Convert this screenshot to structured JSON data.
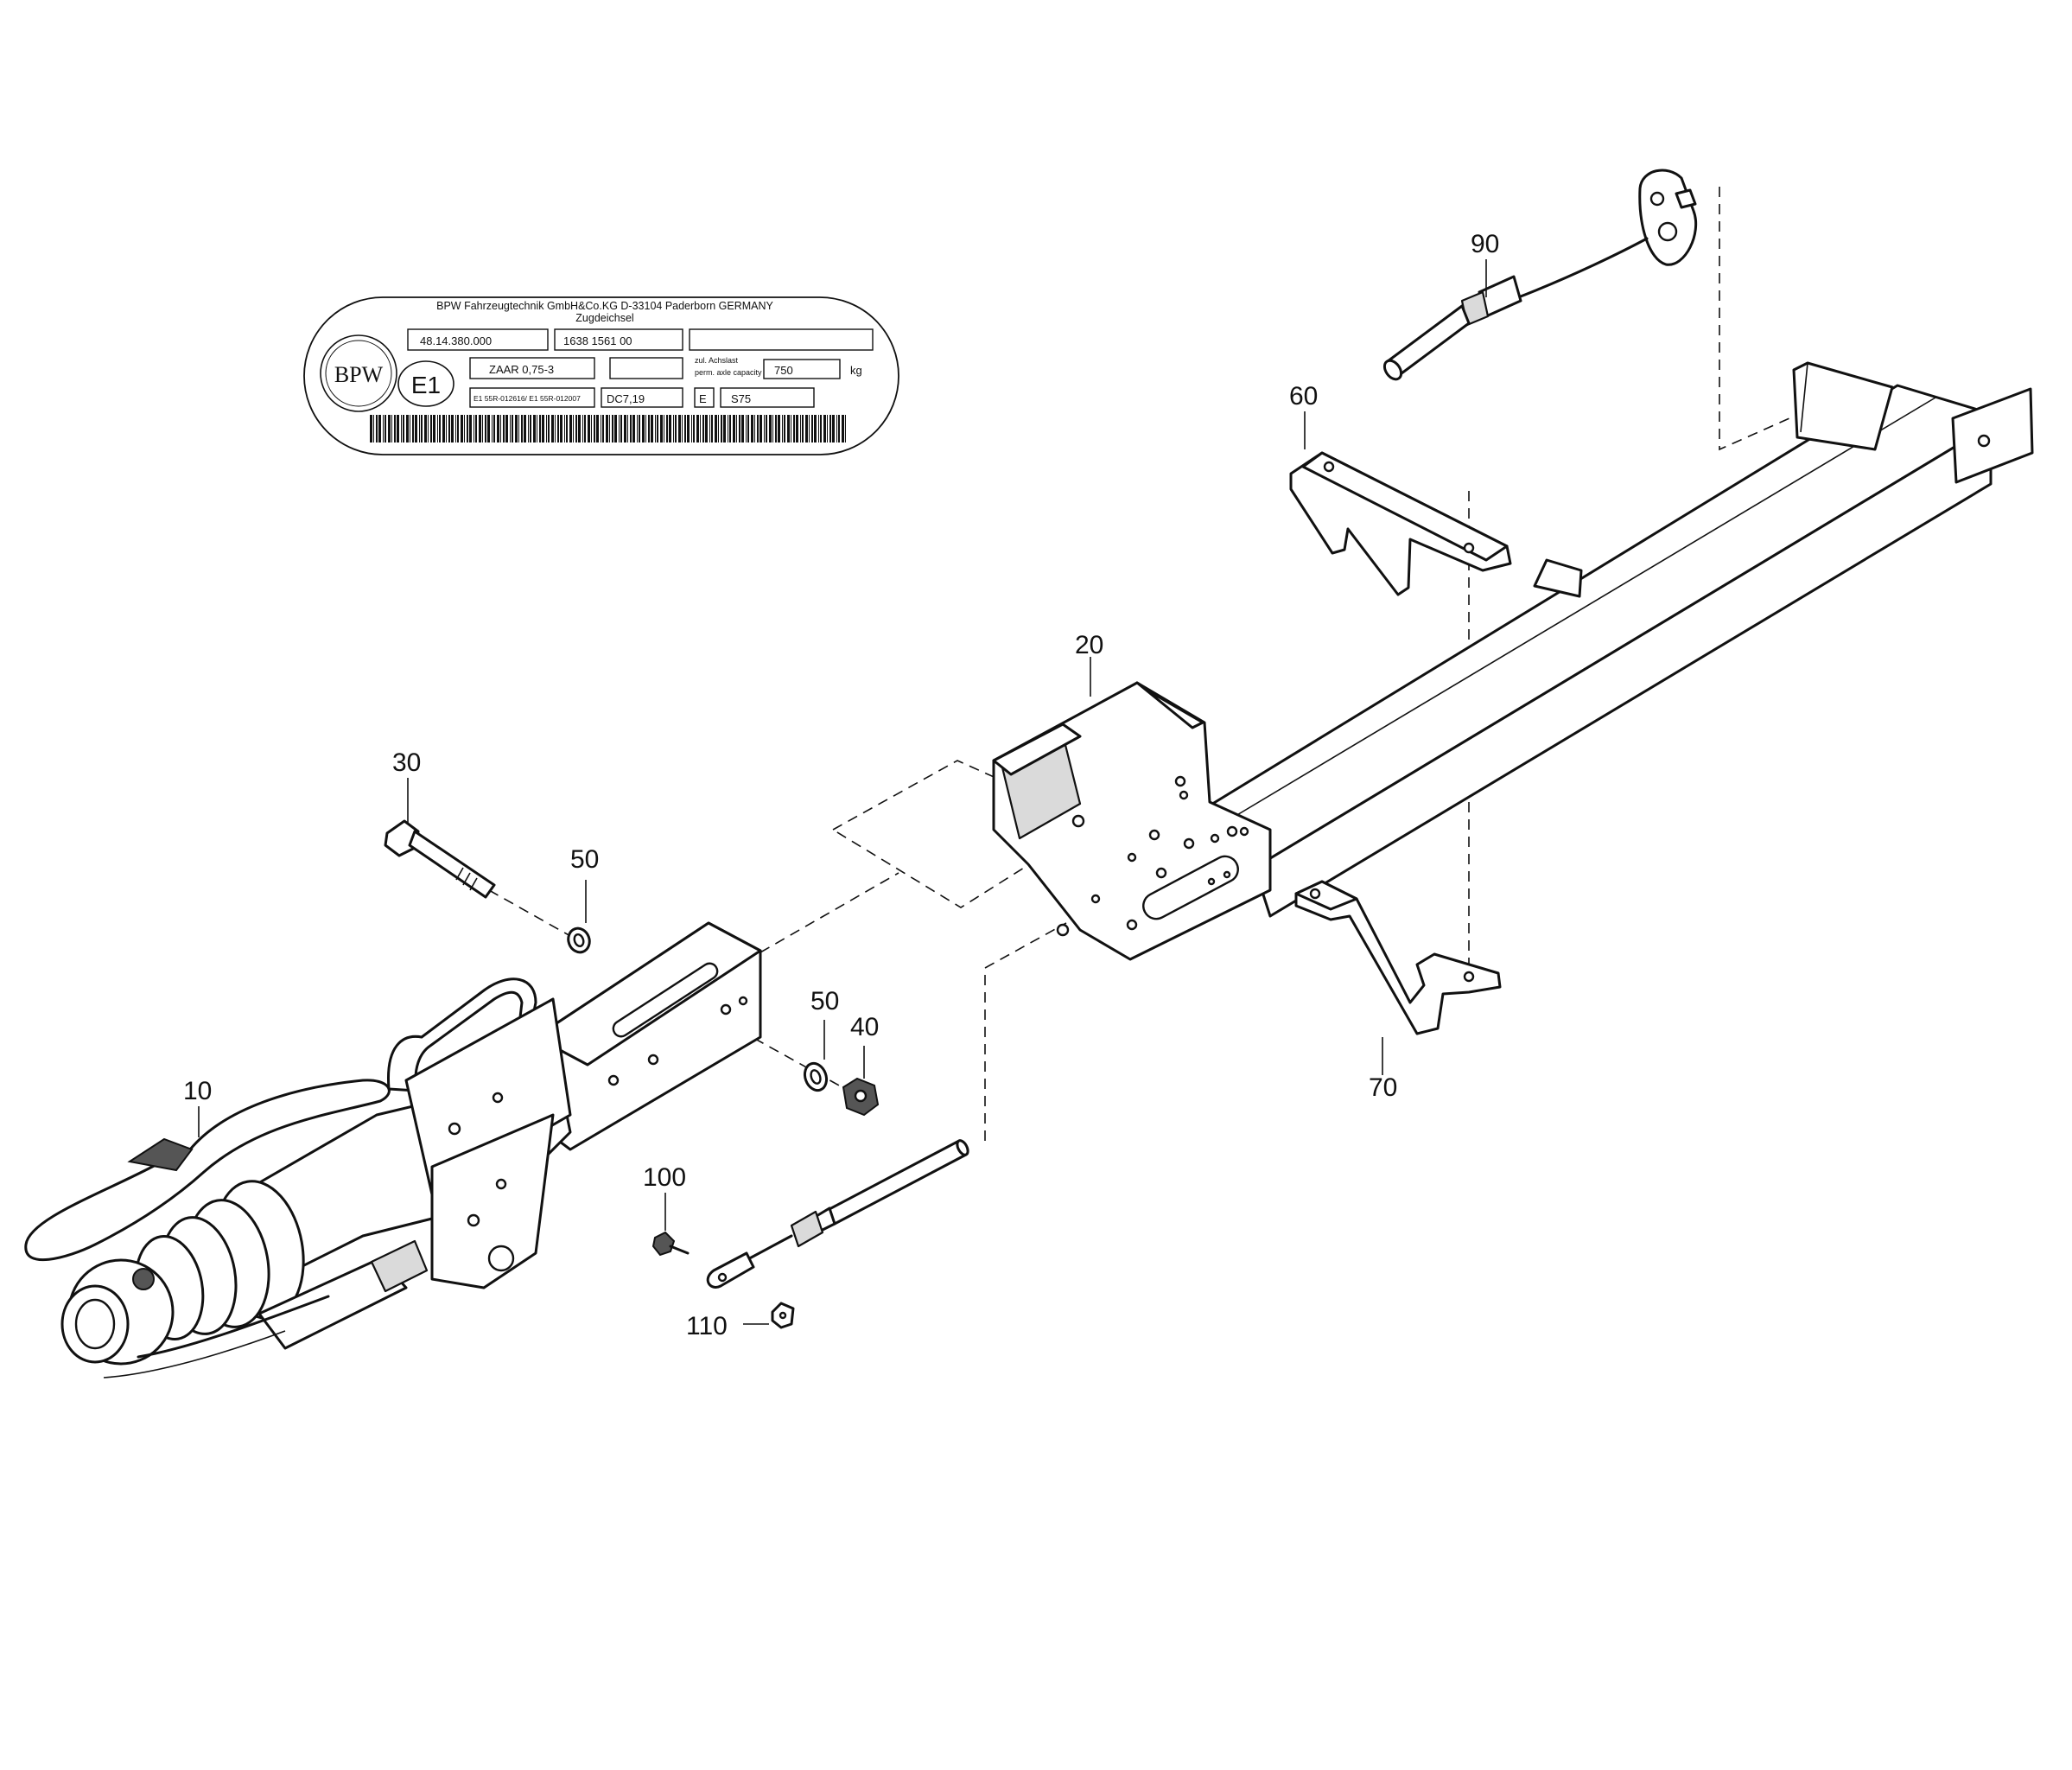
{
  "type_plate": {
    "manufacturer": "BPW Fahrzeugtechnik GmbH&Co.KG D-33104 Paderborn GERMANY",
    "product": "Zugdeichsel",
    "field_part_number": "48.14.380.000",
    "field_serial": "1638 1561 00",
    "mark_e1": "E1",
    "field_type": "ZAAR 0,75-3",
    "axle_label_de": "zul. Achslast",
    "axle_label_en": "perm. axle capacity",
    "axle_value": "750",
    "axle_unit": "kg",
    "field_approval": "E1 55R-012616/ E1 55R-012007",
    "field_dc": "DC7,19",
    "field_e": "E",
    "field_s": "S75",
    "logo_lettering": "BPW"
  },
  "parts": [
    {
      "id": "p10",
      "label": "10"
    },
    {
      "id": "p20",
      "label": "20"
    },
    {
      "id": "p30",
      "label": "30"
    },
    {
      "id": "p40",
      "label": "40"
    },
    {
      "id": "p50a",
      "label": "50"
    },
    {
      "id": "p50b",
      "label": "50"
    },
    {
      "id": "p60",
      "label": "60"
    },
    {
      "id": "p70",
      "label": "70"
    },
    {
      "id": "p90",
      "label": "90"
    },
    {
      "id": "p100",
      "label": "100"
    },
    {
      "id": "p110",
      "label": "110"
    }
  ],
  "colors": {
    "line": "#111111",
    "shade": "#dadada",
    "background": "#ffffff"
  }
}
